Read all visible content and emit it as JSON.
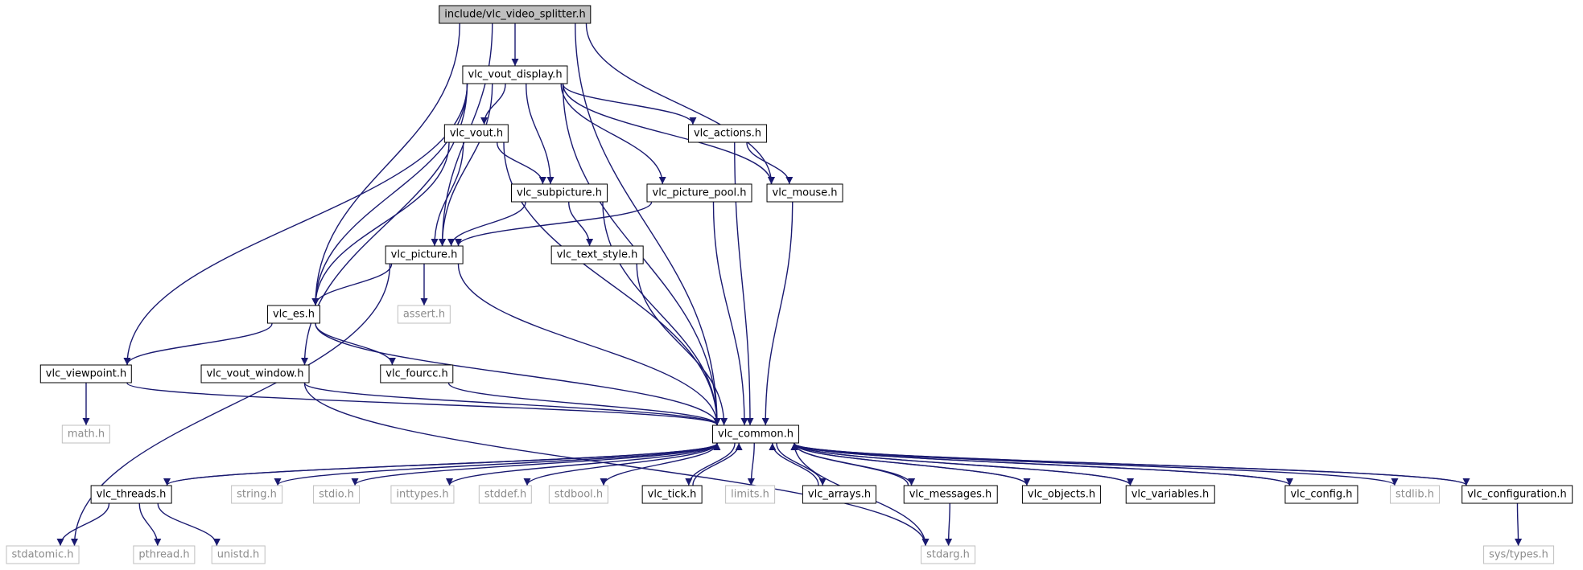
{
  "colors": {
    "edge": "#191970",
    "local_border": "#000000",
    "system_border": "#bfbfbf",
    "system_text": "#8c8c8c",
    "root_fill": "#bfbfbf"
  },
  "nodes": [
    {
      "id": "root",
      "label": "include/vlc_video_splitter.h",
      "kind": "root"
    },
    {
      "id": "vout_display",
      "label": "vlc_vout_display.h",
      "kind": "local"
    },
    {
      "id": "vout",
      "label": "vlc_vout.h",
      "kind": "local"
    },
    {
      "id": "actions",
      "label": "vlc_actions.h",
      "kind": "local"
    },
    {
      "id": "subpicture",
      "label": "vlc_subpicture.h",
      "kind": "local"
    },
    {
      "id": "picture_pool",
      "label": "vlc_picture_pool.h",
      "kind": "local"
    },
    {
      "id": "mouse",
      "label": "vlc_mouse.h",
      "kind": "local"
    },
    {
      "id": "picture",
      "label": "vlc_picture.h",
      "kind": "local"
    },
    {
      "id": "text_style",
      "label": "vlc_text_style.h",
      "kind": "local"
    },
    {
      "id": "es",
      "label": "vlc_es.h",
      "kind": "local"
    },
    {
      "id": "assert",
      "label": "assert.h",
      "kind": "system"
    },
    {
      "id": "viewpoint",
      "label": "vlc_viewpoint.h",
      "kind": "local"
    },
    {
      "id": "vout_window",
      "label": "vlc_vout_window.h",
      "kind": "local"
    },
    {
      "id": "fourcc",
      "label": "vlc_fourcc.h",
      "kind": "local"
    },
    {
      "id": "math",
      "label": "math.h",
      "kind": "system"
    },
    {
      "id": "common",
      "label": "vlc_common.h",
      "kind": "local"
    },
    {
      "id": "threads",
      "label": "vlc_threads.h",
      "kind": "local"
    },
    {
      "id": "string",
      "label": "string.h",
      "kind": "system"
    },
    {
      "id": "stdio",
      "label": "stdio.h",
      "kind": "system"
    },
    {
      "id": "inttypes",
      "label": "inttypes.h",
      "kind": "system"
    },
    {
      "id": "stddef",
      "label": "stddef.h",
      "kind": "system"
    },
    {
      "id": "stdbool",
      "label": "stdbool.h",
      "kind": "system"
    },
    {
      "id": "tick",
      "label": "vlc_tick.h",
      "kind": "local"
    },
    {
      "id": "limits",
      "label": "limits.h",
      "kind": "system"
    },
    {
      "id": "arrays",
      "label": "vlc_arrays.h",
      "kind": "local"
    },
    {
      "id": "messages",
      "label": "vlc_messages.h",
      "kind": "local"
    },
    {
      "id": "objects",
      "label": "vlc_objects.h",
      "kind": "local"
    },
    {
      "id": "variables",
      "label": "vlc_variables.h",
      "kind": "local"
    },
    {
      "id": "config",
      "label": "vlc_config.h",
      "kind": "local"
    },
    {
      "id": "stdlib",
      "label": "stdlib.h",
      "kind": "system"
    },
    {
      "id": "configuration",
      "label": "vlc_configuration.h",
      "kind": "local"
    },
    {
      "id": "stdatomic",
      "label": "stdatomic.h",
      "kind": "system"
    },
    {
      "id": "pthread",
      "label": "pthread.h",
      "kind": "system"
    },
    {
      "id": "unistd",
      "label": "unistd.h",
      "kind": "system"
    },
    {
      "id": "stdarg",
      "label": "stdarg.h",
      "kind": "system"
    },
    {
      "id": "systypes",
      "label": "sys/types.h",
      "kind": "system"
    }
  ],
  "edges": [
    [
      "root",
      "vout_display"
    ],
    [
      "root",
      "es"
    ],
    [
      "root",
      "picture"
    ],
    [
      "root",
      "mouse"
    ],
    [
      "root",
      "common"
    ],
    [
      "vout_display",
      "vout"
    ],
    [
      "vout_display",
      "actions"
    ],
    [
      "vout_display",
      "subpicture"
    ],
    [
      "vout_display",
      "picture_pool"
    ],
    [
      "vout_display",
      "mouse"
    ],
    [
      "vout_display",
      "picture"
    ],
    [
      "vout_display",
      "es"
    ],
    [
      "vout_display",
      "viewpoint"
    ],
    [
      "vout_display",
      "vout_window"
    ],
    [
      "vout_display",
      "common"
    ],
    [
      "vout",
      "subpicture"
    ],
    [
      "vout",
      "picture"
    ],
    [
      "vout",
      "es"
    ],
    [
      "vout",
      "common"
    ],
    [
      "actions",
      "mouse"
    ],
    [
      "actions",
      "common"
    ],
    [
      "subpicture",
      "picture"
    ],
    [
      "subpicture",
      "text_style"
    ],
    [
      "subpicture",
      "common"
    ],
    [
      "picture_pool",
      "picture"
    ],
    [
      "picture_pool",
      "common"
    ],
    [
      "mouse",
      "common"
    ],
    [
      "text_style",
      "common"
    ],
    [
      "picture",
      "es"
    ],
    [
      "picture",
      "assert"
    ],
    [
      "picture",
      "stdatomic"
    ],
    [
      "picture",
      "common"
    ],
    [
      "es",
      "viewpoint"
    ],
    [
      "es",
      "fourcc"
    ],
    [
      "es",
      "common"
    ],
    [
      "viewpoint",
      "math"
    ],
    [
      "viewpoint",
      "common"
    ],
    [
      "vout_window",
      "common"
    ],
    [
      "vout_window",
      "stdarg"
    ],
    [
      "fourcc",
      "common"
    ],
    [
      "common",
      "threads"
    ],
    [
      "common",
      "string"
    ],
    [
      "common",
      "stdio"
    ],
    [
      "common",
      "inttypes"
    ],
    [
      "common",
      "stddef"
    ],
    [
      "common",
      "stdbool"
    ],
    [
      "common",
      "tick"
    ],
    [
      "common",
      "limits"
    ],
    [
      "common",
      "arrays"
    ],
    [
      "common",
      "messages"
    ],
    [
      "common",
      "objects"
    ],
    [
      "common",
      "variables"
    ],
    [
      "common",
      "config"
    ],
    [
      "common",
      "stdlib"
    ],
    [
      "common",
      "configuration"
    ],
    [
      "common",
      "stdarg"
    ],
    [
      "threads",
      "common"
    ],
    [
      "threads",
      "stdatomic"
    ],
    [
      "threads",
      "pthread"
    ],
    [
      "threads",
      "unistd"
    ],
    [
      "tick",
      "common"
    ],
    [
      "arrays",
      "common"
    ],
    [
      "messages",
      "common"
    ],
    [
      "messages",
      "stdarg"
    ],
    [
      "objects",
      "common"
    ],
    [
      "variables",
      "common"
    ],
    [
      "config",
      "common"
    ],
    [
      "configuration",
      "common"
    ],
    [
      "configuration",
      "systypes"
    ]
  ]
}
